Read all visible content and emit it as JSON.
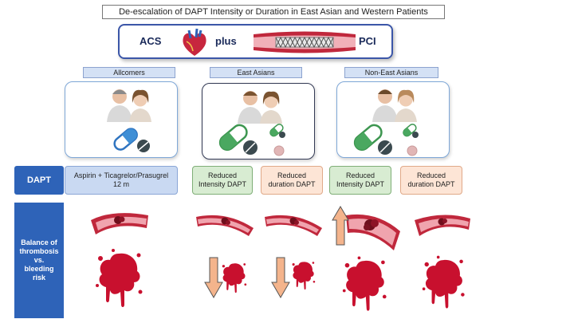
{
  "title": "De-escalation of DAPT Intensity or Duration in East Asian and Western Patients",
  "header": {
    "acs": "ACS",
    "plus": "plus",
    "pci": "PCI"
  },
  "groups": [
    {
      "label": "Allcomers"
    },
    {
      "label": "East Asians"
    },
    {
      "label": "Non-East Asians"
    }
  ],
  "rows": {
    "dapt": "DAPT",
    "balance": [
      "Balance of",
      "thrombosis",
      "vs.",
      "bleeding",
      "risk"
    ]
  },
  "dapt_cells": {
    "allcomers": [
      "Aspirin + Ticagrelor/Prasugrel",
      "12 m"
    ],
    "ea_intensity": [
      "Reduced",
      "Intensity DAPT"
    ],
    "ea_duration": [
      "Reduced",
      "duration DAPT"
    ],
    "nea_intensity": [
      "Reduced",
      "Intensity DAPT"
    ],
    "nea_duration": [
      "Reduced",
      "duration DAPT"
    ]
  },
  "colors": {
    "accent_blue": "#2e63b8",
    "pill_blue": "#3f8fd6",
    "pill_green": "#4aa860",
    "blood_red": "#c8102e",
    "arrow_peach": "#f4b48c"
  }
}
